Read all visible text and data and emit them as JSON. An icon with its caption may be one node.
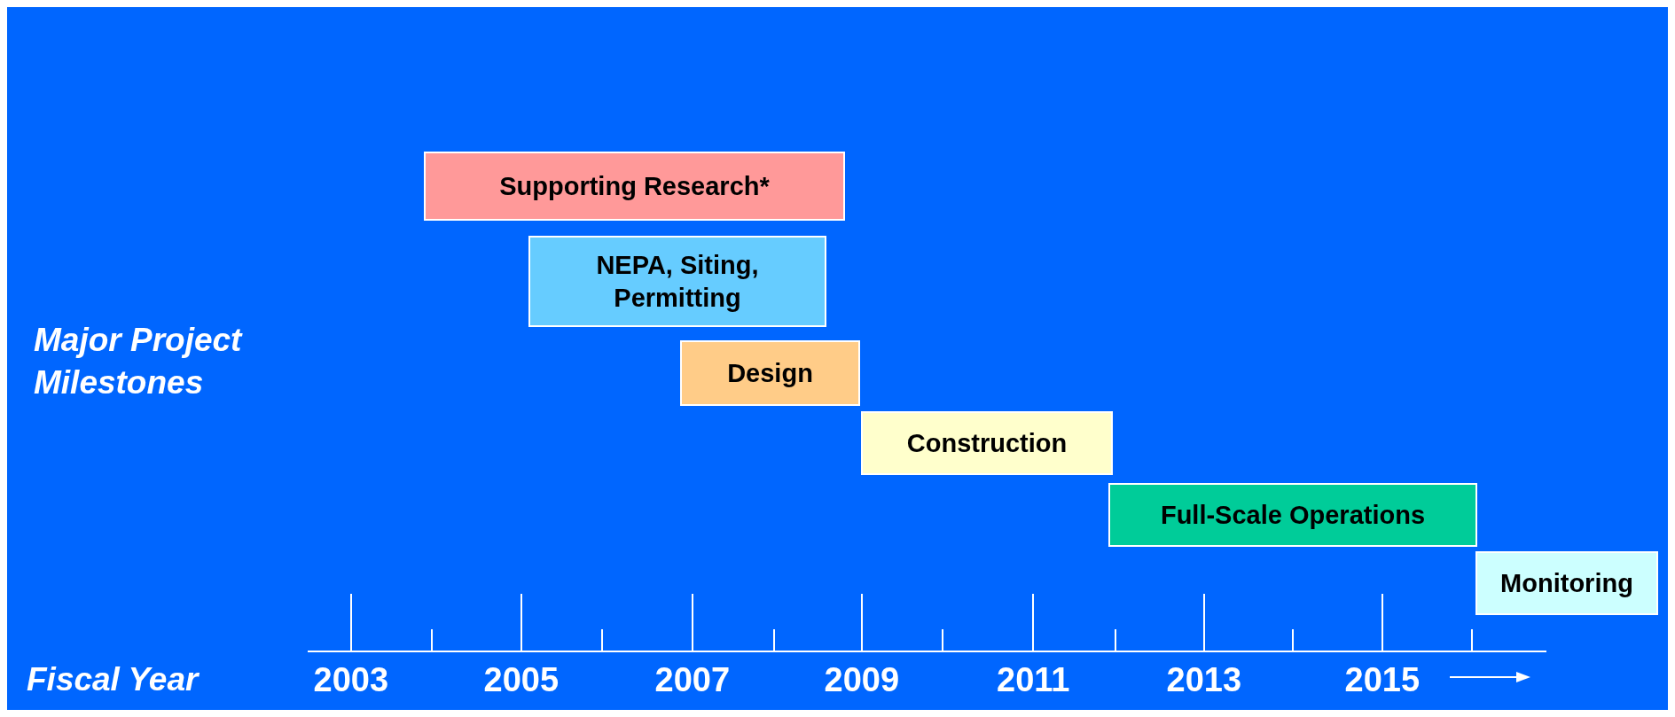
{
  "diagram": {
    "nodes": [
      {
        "text": [
          "Supporting Research*"
        ]
      },
      {
        "text": [
          "NEPA, Siting, Permitting"
        ]
      },
      {
        "text": [
          "Design"
        ]
      },
      {
        "text": [
          "Construction"
        ]
      },
      {
        "text": [
          "Full-Scale Operations"
        ]
      },
      {
        "text": [
          "Monitoring"
        ]
      }
    ],
    "labels": [
      "Major Project Milestones",
      "Fiscal Year",
      "2003",
      "2005",
      "2007",
      "2009",
      "2011",
      "2013",
      "2015"
    ]
  }
}
